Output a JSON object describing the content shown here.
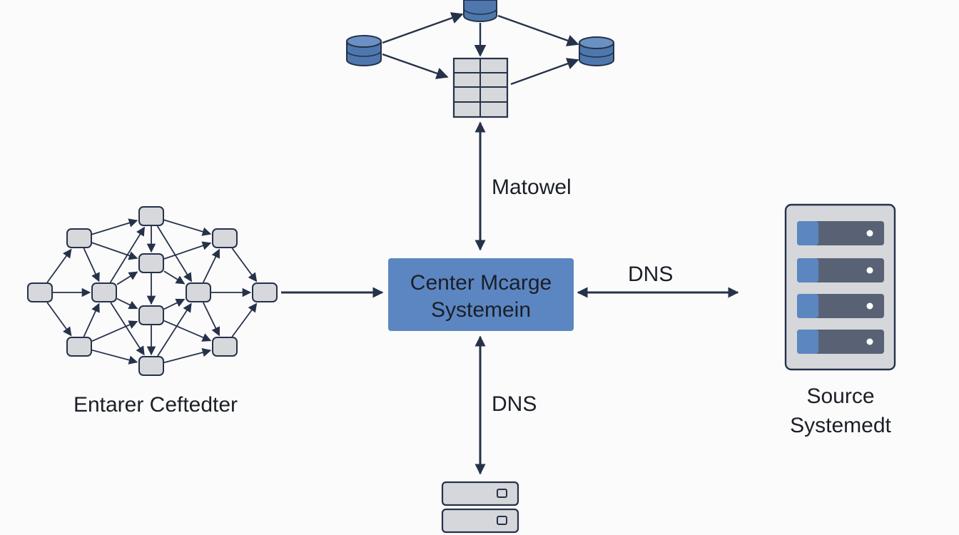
{
  "center": {
    "line1": "Center Mcarge",
    "line2": "Systemein"
  },
  "edges": {
    "top_label": "Matowel",
    "right_label": "DNS",
    "bottom_label": "DNS"
  },
  "left_cluster": {
    "label": "Entarer Ceftedter"
  },
  "right_server": {
    "line1": "Source",
    "line2": "Systemedt"
  },
  "colors": {
    "navy": "#26324a",
    "center_fill": "#5b86c2",
    "db_fill": "#4e78ad",
    "node_fill": "#d6d8db",
    "rack_fill": "#d5d7da",
    "slot_fill": "#596274",
    "slot_accent": "#5c86bf"
  }
}
